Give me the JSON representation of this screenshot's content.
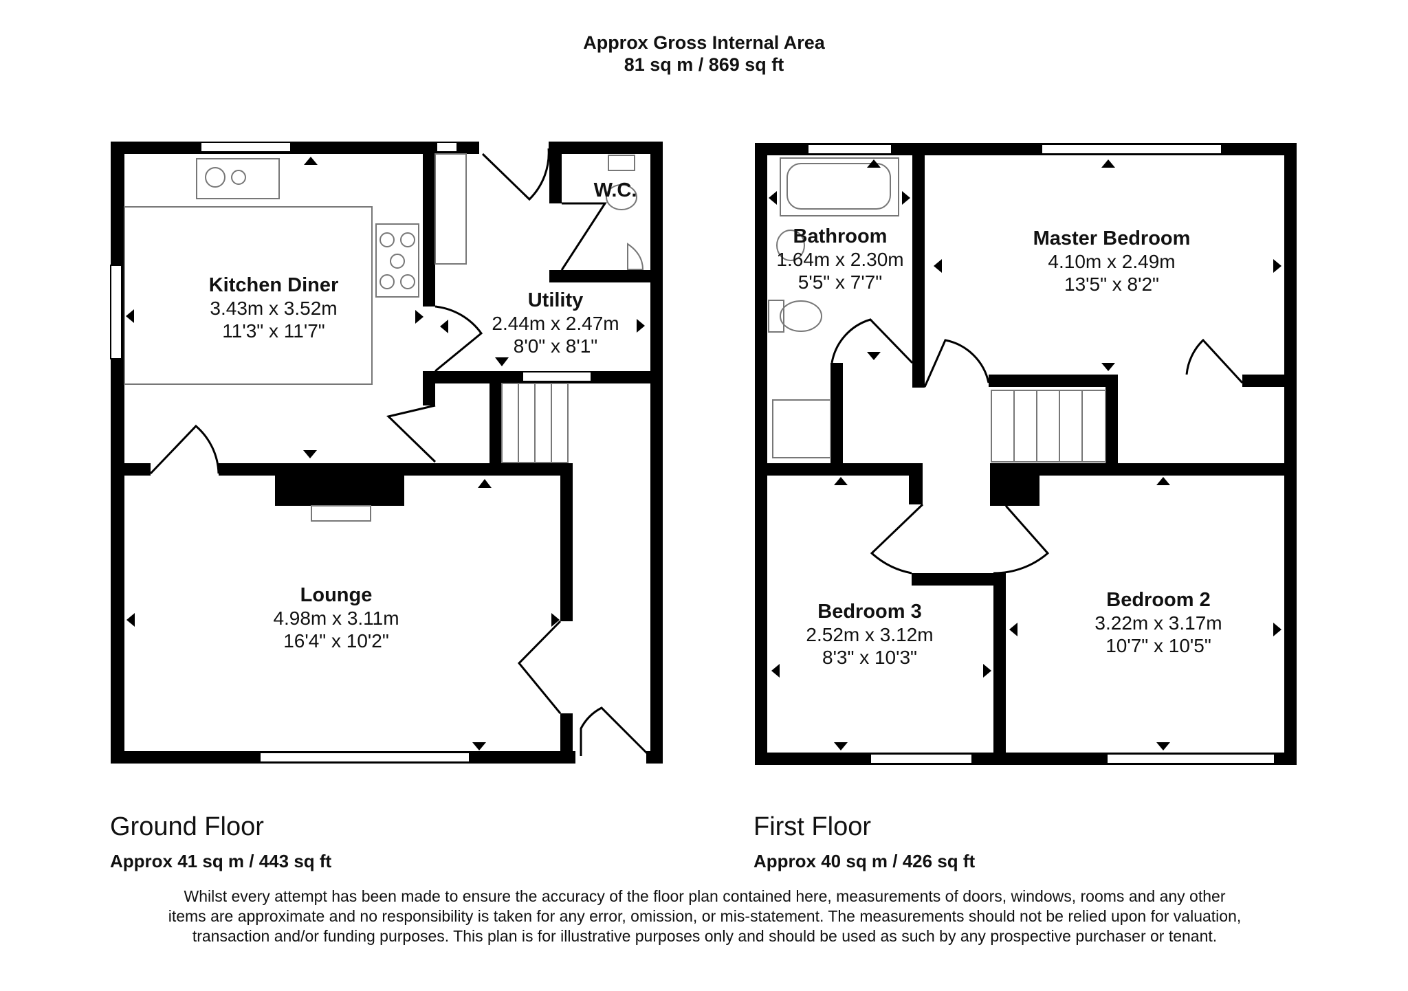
{
  "header": {
    "line1": "Approx Gross Internal Area",
    "line2": "81 sq m / 869 sq ft"
  },
  "ground_floor": {
    "name": "Ground Floor",
    "area": "Approx 41 sq m / 443 sq ft",
    "rooms": {
      "kitchen": {
        "name": "Kitchen Diner",
        "metric": "3.43m x 3.52m",
        "imperial": "11'3\" x 11'7\""
      },
      "utility": {
        "name": "Utility",
        "metric": "2.44m x 2.47m",
        "imperial": "8'0\" x 8'1\""
      },
      "wc": {
        "name": "W.C."
      },
      "lounge": {
        "name": "Lounge",
        "metric": "4.98m x 3.11m",
        "imperial": "16'4\" x 10'2\""
      }
    }
  },
  "first_floor": {
    "name": "First Floor",
    "area": "Approx 40 sq m / 426 sq ft",
    "rooms": {
      "bathroom": {
        "name": "Bathroom",
        "metric": "1.64m x 2.30m",
        "imperial": "5'5\" x 7'7\""
      },
      "master": {
        "name": "Master Bedroom",
        "metric": "4.10m x 2.49m",
        "imperial": "13'5\" x 8'2\""
      },
      "bedroom3": {
        "name": "Bedroom 3",
        "metric": "2.52m x 3.12m",
        "imperial": "8'3\" x 10'3\""
      },
      "bedroom2": {
        "name": "Bedroom 2",
        "metric": "3.22m x 3.17m",
        "imperial": "10'7\" x 10'5\""
      }
    }
  },
  "disclaimer": "Whilst every attempt has been made to ensure the accuracy of the floor plan contained here, measurements of doors, windows, rooms and any other items are approximate and no responsibility is taken for any error, omission, or mis-statement. The measurements should not be relied upon for valuation, transaction and/or funding purposes. This plan is for illustrative purposes only and should be used as such by any prospective purchaser or tenant."
}
